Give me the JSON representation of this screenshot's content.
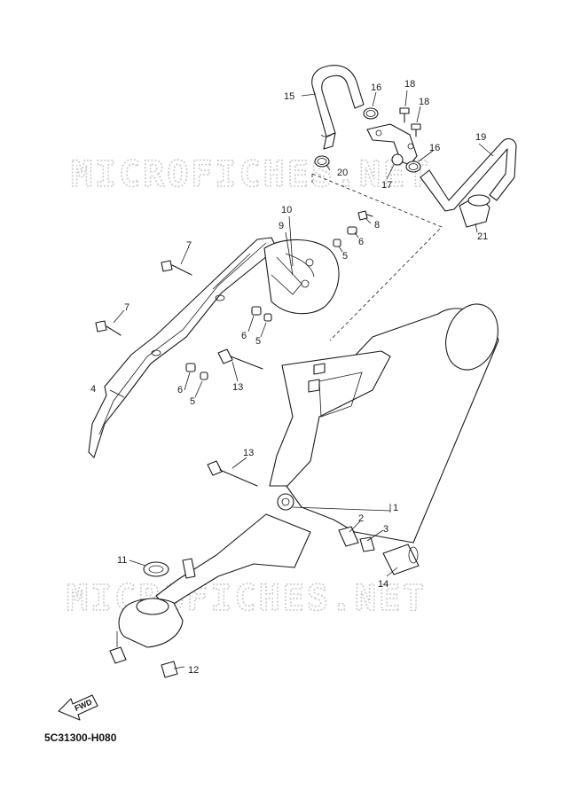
{
  "watermark": "MICROFICHES.NET",
  "diagram_code": "5C31300-H080",
  "direction_label": "FWD",
  "callouts": {
    "c1": "1",
    "c2": "2",
    "c3": "3",
    "c4": "4",
    "c5a": "5",
    "c5b": "5",
    "c5c": "5",
    "c6a": "6",
    "c6b": "6",
    "c6c": "6",
    "c7a": "7",
    "c7b": "7",
    "c8": "8",
    "c9": "9",
    "c10": "10",
    "c11": "11",
    "c12": "12",
    "c13a": "13",
    "c13b": "13",
    "c14": "14",
    "c15": "15",
    "c16a": "16",
    "c16b": "16",
    "c17": "17",
    "c18a": "18",
    "c18b": "18",
    "c19": "19",
    "c20": "20",
    "c21": "21"
  }
}
